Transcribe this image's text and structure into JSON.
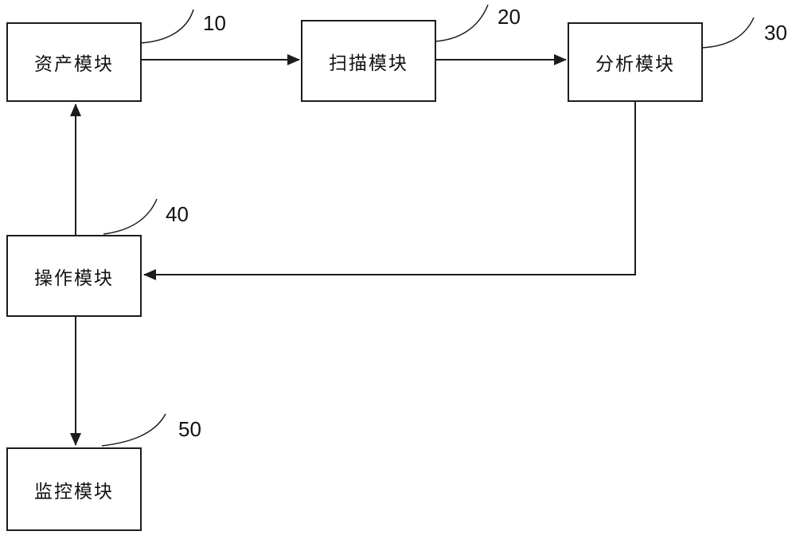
{
  "diagram": {
    "title": "module-flow-diagram",
    "nodes": [
      {
        "id": "asset",
        "label": "资产模块",
        "ref": "10"
      },
      {
        "id": "scan",
        "label": "扫描模块",
        "ref": "20"
      },
      {
        "id": "analysis",
        "label": "分析模块",
        "ref": "30"
      },
      {
        "id": "operation",
        "label": "操作模块",
        "ref": "40"
      },
      {
        "id": "monitor",
        "label": "监控模块",
        "ref": "50"
      }
    ],
    "edges": [
      {
        "from": "asset",
        "to": "scan",
        "style": "straight-right"
      },
      {
        "from": "scan",
        "to": "analysis",
        "style": "straight-right"
      },
      {
        "from": "analysis",
        "to": "operation",
        "style": "down-then-left"
      },
      {
        "from": "operation",
        "to": "asset",
        "style": "straight-up"
      },
      {
        "from": "operation",
        "to": "monitor",
        "style": "straight-down"
      }
    ],
    "colors": {
      "line": "#1c1c1c",
      "background": "#ffffff",
      "text": "#111111"
    }
  }
}
